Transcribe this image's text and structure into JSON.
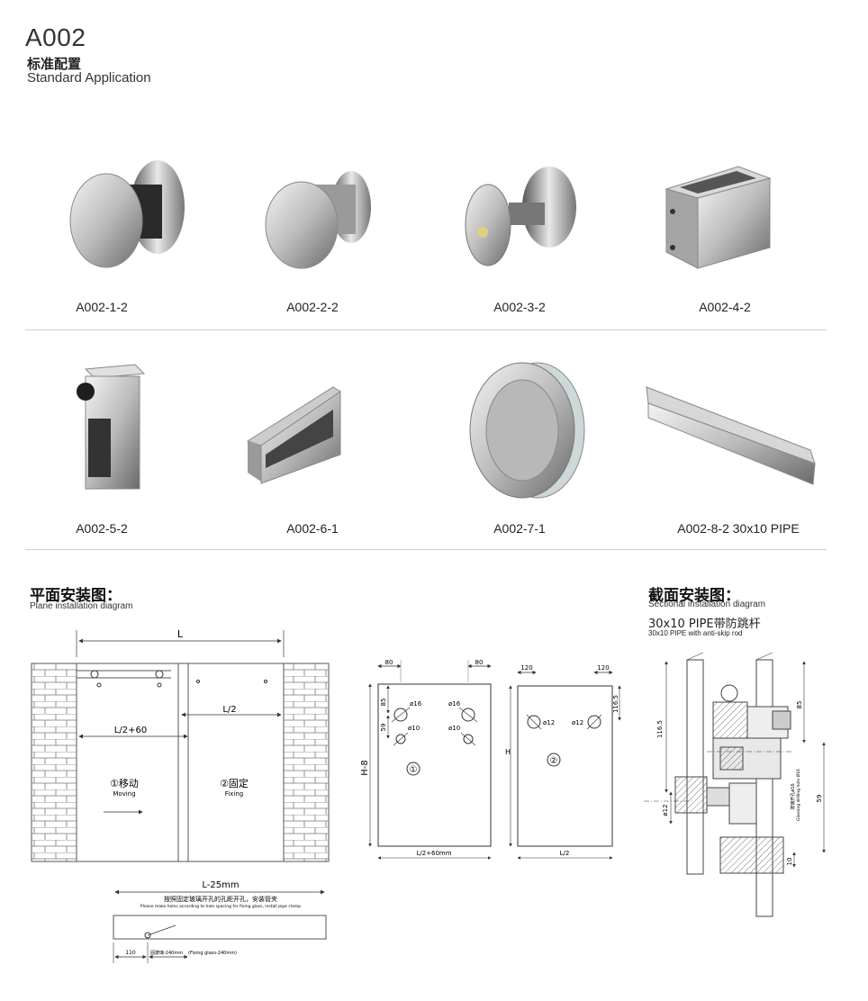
{
  "header": {
    "model": "A002",
    "subtitle_cn": "标准配置",
    "subtitle_en": "Standard Application"
  },
  "products": [
    {
      "code": "A002-1-2"
    },
    {
      "code": "A002-2-2"
    },
    {
      "code": "A002-3-2"
    },
    {
      "code": "A002-4-2"
    },
    {
      "code": "A002-5-2"
    },
    {
      "code": "A002-6-1"
    },
    {
      "code": "A002-7-1"
    },
    {
      "code": "A002-8-2  30x10 PIPE"
    }
  ],
  "plane": {
    "title_cn": "平面安装图：",
    "title_en": "Plane installation diagram",
    "L": "L",
    "L2": "L/2",
    "L2plus60": "L/2+60",
    "moving_cn": "①移动",
    "moving_en": "Moving",
    "fixing_cn": "②固定",
    "fixing_en": "Fixing",
    "L25": "L-25mm",
    "note_cn": "按照固定玻璃开孔的孔距开孔，安装管夹",
    "note_en": "Please make holes according to hole spacing for fixing glass, install pipe clamp",
    "dim110": "110",
    "fixing_glass": "固玻璃-240mm",
    "fixing_glass_en": "(Fixing glass-240mm)"
  },
  "panel1": {
    "d80a": "80",
    "d80b": "80",
    "d85": "85",
    "d59": "59",
    "o16a": "ø16",
    "o16b": "ø16",
    "o10a": "ø10",
    "o10b": "ø10",
    "H8": "H-8",
    "num": "①",
    "bottom": "L/2+60mm"
  },
  "panel2": {
    "d120a": "120",
    "d120b": "120",
    "d1165": "116.5",
    "o12a": "ø12",
    "o12b": "ø12",
    "H": "H",
    "num": "②",
    "bottom": "L/2"
  },
  "section": {
    "title_cn": "截面安装图：",
    "title_en": "Sectional installation diagram",
    "pipe_cn": "30x10  PIPE带防跳杆",
    "pipe_en": "30x10 PIPE with anti-skip rod",
    "d1165": "116.5",
    "d85": "85",
    "d59": "59",
    "d10": "10",
    "o12": "ø12",
    "drill_cn": "玻璃开孔ø16",
    "drill_en": "Glassing drilling hole Ø16"
  }
}
